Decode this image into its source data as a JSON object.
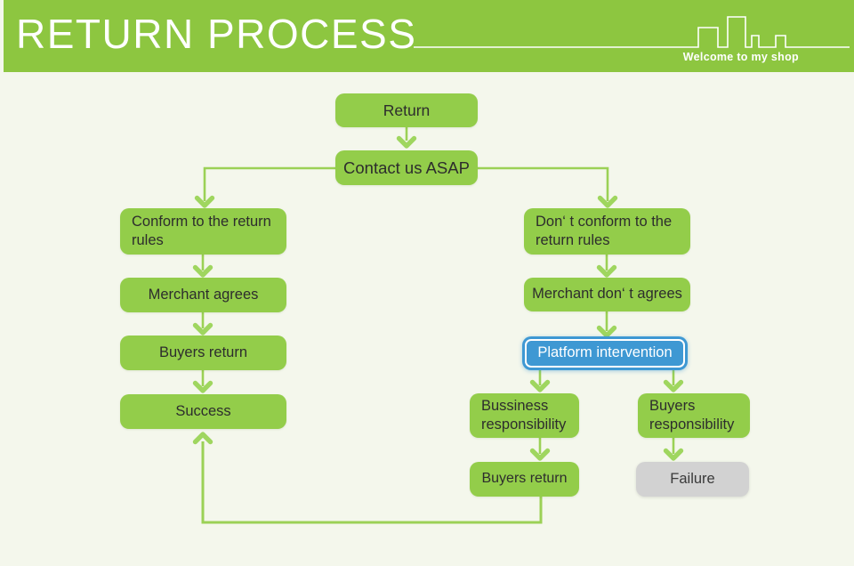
{
  "header": {
    "title": "RETURN PROCESS",
    "tagline": "Welcome to my shop",
    "icon": "city-skyline-icon"
  },
  "colors": {
    "header_green": "#8dc640",
    "node_green": "#93cd4a",
    "connector_green": "#9bd156",
    "platform_blue": "#3e98d3",
    "failure_gray": "#d2d2d2",
    "background": "#f4f7ec",
    "node_text": "#2d2d2d",
    "header_text": "#ffffff"
  },
  "nodes": {
    "return": "Return",
    "contact": "Contact us ASAP",
    "conform": "Conform to the return rules",
    "merchant_agrees": "Merchant agrees",
    "buyers_return_left": "Buyers return",
    "success": "Success",
    "dont_conform": "Don‘ t conform to the return rules",
    "merchant_dont_agrees": "Merchant don‘ t agrees",
    "platform_intervention": "Platform intervention",
    "business_responsibility": "Bussiness responsibility",
    "buyers_responsibility": "Buyers responsibility",
    "buyers_return_right": "Buyers return",
    "failure": "Failure"
  }
}
